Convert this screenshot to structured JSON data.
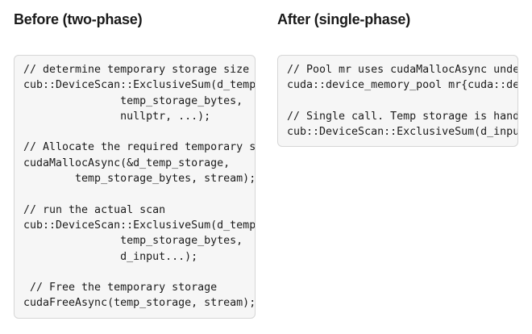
{
  "colors": {
    "page_bg": "#ffffff",
    "code_bg": "#f6f6f6",
    "code_border": "#d6d6d6",
    "code_text": "#1b1b1b",
    "heading_text": "#1a1a1a"
  },
  "columns": [
    {
      "id": "before",
      "title": "Before (two-phase)",
      "code_lines": [
        "// determine temporary storage size",
        "cub::DeviceScan::ExclusiveSum(d_temp",
        "               temp_storage_bytes,",
        "               nullptr, ...);",
        "",
        "// Allocate the required temporary s",
        "cudaMallocAsync(&d_temp_storage,",
        "        temp_storage_bytes, stream);",
        "",
        "// run the actual scan",
        "cub::DeviceScan::ExclusiveSum(d_temp",
        "               temp_storage_bytes,",
        "               d_input...);",
        "",
        " // Free the temporary storage",
        "cudaFreeAsync(temp_storage, stream);"
      ]
    },
    {
      "id": "after",
      "title": "After (single-phase)",
      "code_lines": [
        "// Pool mr uses cudaMallocAsync unde",
        "cuda::device_memory_pool mr{cuda::de",
        "",
        "// Single call. Temp storage is hand",
        "cub::DeviceScan::ExclusiveSum(d_inpu"
      ]
    }
  ]
}
